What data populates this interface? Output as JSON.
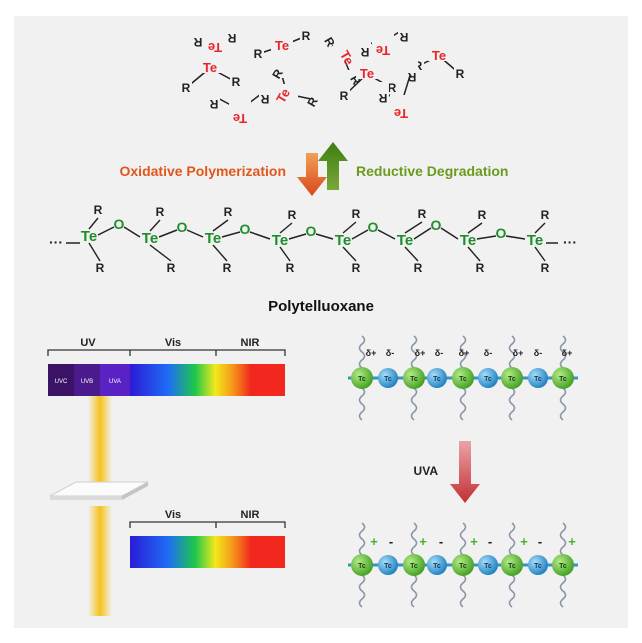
{
  "labels": {
    "oxidative": "Oxidative Polymerization",
    "reductive": "Reductive Degradation",
    "polymer_name": "Polytelluoxane",
    "uva_arrow": "UVA"
  },
  "atoms": {
    "te": "Te",
    "o": "O",
    "r": "R",
    "dots": "···",
    "tc": "Tc",
    "tc_small": "Tc"
  },
  "spectrum_top": {
    "regions": [
      "UV",
      "Vis",
      "NIR"
    ],
    "uv_bands": [
      "UVC",
      "UVB",
      "UVA"
    ]
  },
  "spectrum_bottom": {
    "regions": [
      "Vis",
      "NIR"
    ]
  },
  "charges": {
    "delta_plus": "δ+",
    "delta_minus": "δ-",
    "plus": "+",
    "minus": "-"
  },
  "colors": {
    "te_red": "#e8262a",
    "te_green": "#1d8f2a",
    "oxidative_orange": "#e0561b",
    "reductive_green": "#6a9a1e",
    "uva_arrow": "#c9333a",
    "sphere_green": "#6cc13f",
    "sphere_blue": "#3aa3d8"
  }
}
